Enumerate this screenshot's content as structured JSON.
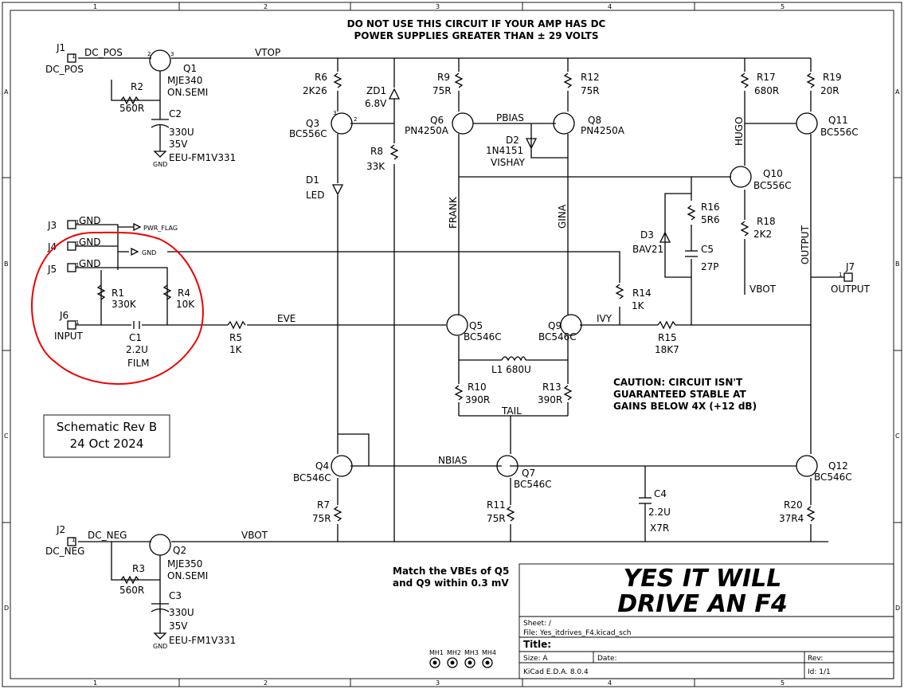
{
  "warning": [
    "DO NOT USE THIS CIRCUIT IF YOUR AMP HAS DC",
    "POWER SUPPLIES GREATER THAN ± 29 VOLTS"
  ],
  "caution": [
    "CAUTION: CIRCUIT ISN'T",
    "GUARANTEED STABLE AT",
    "GAINS BELOW 4X (+12 dB)"
  ],
  "match_note": [
    "Match the VBEs of Q5",
    "and Q9 within 0.3 mV"
  ],
  "revision_box": [
    "Schematic Rev B",
    "24 Oct 2024"
  ],
  "nets": {
    "vtop": "VTOP",
    "vbot": "VBOT",
    "vbot2": "VBOT",
    "eve": "EVE",
    "ivy": "IVY",
    "pbias": "PBIAS",
    "nbias": "NBIAS",
    "tail": "TAIL",
    "frank": "FRANK",
    "gina": "GINA",
    "hugo": "HUGO",
    "output": "OUTPUT",
    "dc_pos": "DC_POS",
    "dc_neg": "DC_NEG",
    "pwr_flag": "PWR_FLAG",
    "gnd": "GND"
  },
  "connectors": {
    "j1": {
      "ref": "J1",
      "name": "DC_POS"
    },
    "j2": {
      "ref": "J2",
      "name": "DC_NEG"
    },
    "j3": {
      "ref": "J3",
      "pin": "GND"
    },
    "j4": {
      "ref": "J4",
      "pin": "GND"
    },
    "j5": {
      "ref": "J5",
      "pin": "GND"
    },
    "j6": {
      "ref": "J6",
      "name": "INPUT"
    },
    "j7": {
      "ref": "J7",
      "name": "OUTPUT"
    }
  },
  "parts": {
    "q1": [
      "Q1",
      "MJE340",
      "ON.SEMI"
    ],
    "q2": [
      "Q2",
      "MJE350",
      "ON.SEMI"
    ],
    "q3": [
      "Q3",
      "BC556C"
    ],
    "q4": [
      "Q4",
      "BC546C"
    ],
    "q5": [
      "Q5",
      "BC546C"
    ],
    "q6": [
      "Q6",
      "PN4250A"
    ],
    "q7": [
      "Q7",
      "BC546C"
    ],
    "q8": [
      "Q8",
      "PN4250A"
    ],
    "q9": [
      "Q9",
      "BC546C"
    ],
    "q10": [
      "Q10",
      "BC556C"
    ],
    "q11": [
      "Q11",
      "BC556C"
    ],
    "q12": [
      "Q12",
      "BC546C"
    ],
    "r1": [
      "R1",
      "330K"
    ],
    "r2": [
      "R2",
      "560R"
    ],
    "r3": [
      "R3",
      "560R"
    ],
    "r4": [
      "R4",
      "10K"
    ],
    "r5": [
      "R5",
      "1K"
    ],
    "r6": [
      "R6",
      "2K26"
    ],
    "r7": [
      "R7",
      "75R"
    ],
    "r8": [
      "R8",
      "33K"
    ],
    "r9": [
      "R9",
      "75R"
    ],
    "r10": [
      "R10",
      "390R"
    ],
    "r11": [
      "R11",
      "75R"
    ],
    "r12": [
      "R12",
      "75R"
    ],
    "r13": [
      "R13",
      "390R"
    ],
    "r14": [
      "R14",
      "1K"
    ],
    "r15": [
      "R15",
      "18K7"
    ],
    "r16": [
      "R16",
      "5R6"
    ],
    "r17": [
      "R17",
      "680R"
    ],
    "r18": [
      "R18",
      "2K2"
    ],
    "r19": [
      "R19",
      "20R"
    ],
    "r20": [
      "R20",
      "37R4"
    ],
    "c1": [
      "C1",
      "2.2U",
      "FILM"
    ],
    "c2": [
      "C2",
      "330U",
      "35V",
      "EEU-FM1V331"
    ],
    "c3": [
      "C3",
      "330U",
      "35V",
      "EEU-FM1V331"
    ],
    "c4": [
      "C4",
      "2.2U",
      "X7R"
    ],
    "c5": [
      "C5",
      "27P"
    ],
    "d1": [
      "D1",
      "LED"
    ],
    "d2": [
      "D2",
      "1N4151",
      "VISHAY"
    ],
    "d3": [
      "D3",
      "BAV21"
    ],
    "zd1": [
      "ZD1",
      "6.8V"
    ],
    "l1": "L1  680U",
    "mh": [
      "MH1",
      "MH2",
      "MH3",
      "MH4"
    ]
  },
  "title_block": {
    "big1": "YES IT WILL",
    "big2": "DRIVE AN F4",
    "sheet": "Sheet: /",
    "file": "File: Yes_itdrives_F4.kicad_sch",
    "title": "Title:",
    "size": "Size: A",
    "date": "Date:",
    "rev": "Rev:",
    "tool": "KiCad E.D.A. 8.0.4",
    "id": "Id: 1/1"
  },
  "frame": {
    "cols": [
      "1",
      "2",
      "3",
      "4",
      "5"
    ],
    "rows": [
      "A",
      "B",
      "C",
      "D"
    ]
  },
  "pin_numbers": {
    "one": "1",
    "two": "2",
    "three": "3"
  }
}
